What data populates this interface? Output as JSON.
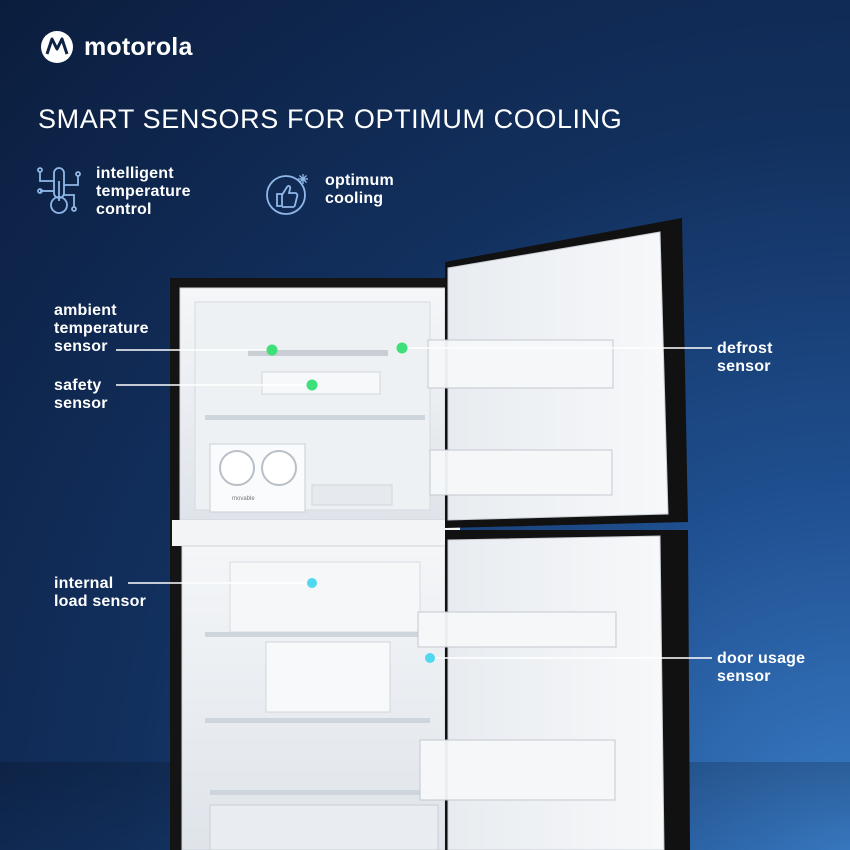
{
  "brand": {
    "name": "motorola"
  },
  "headline": "SMART SENSORS FOR OPTIMUM COOLING",
  "features": [
    {
      "icon": "thermometer-circuit-icon",
      "lines": [
        "intelligent",
        "temperature",
        "control"
      ]
    },
    {
      "icon": "thumbs-up-snowflake-icon",
      "lines": [
        "optimum",
        "cooling"
      ]
    }
  ],
  "sensors": {
    "ambient": [
      "ambient",
      "temperature",
      "sensor"
    ],
    "safety": [
      "safety",
      "sensor"
    ],
    "defrost": [
      "defrost",
      "sensor"
    ],
    "internal_load": [
      "internal",
      "load sensor"
    ],
    "door_usage": [
      "door usage",
      "sensor"
    ]
  },
  "fridge_labels": {
    "movable": "movable"
  },
  "colors": {
    "sensor_green": "#3ee07a",
    "sensor_cyan": "#4fd8ee",
    "icon_stroke": "#8fb8e8"
  }
}
